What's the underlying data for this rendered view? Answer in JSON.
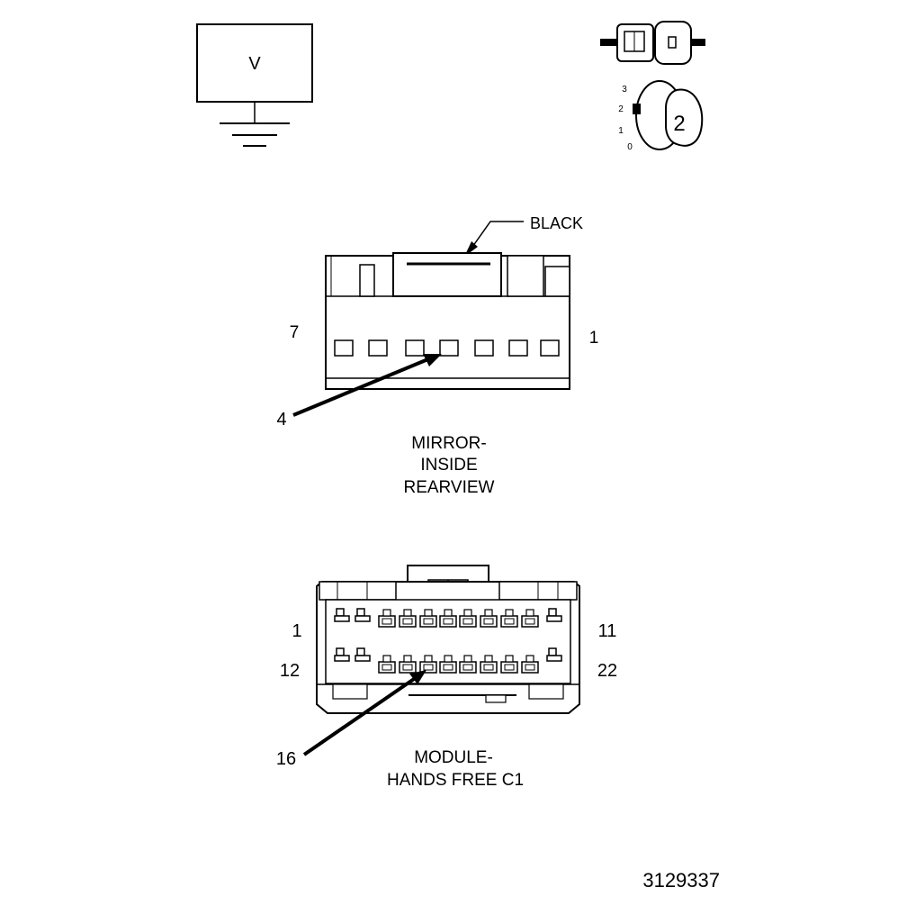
{
  "meter": {
    "label": "V",
    "icon": "voltmeter-icon"
  },
  "ignition": {
    "icon": "ignition-key-icon",
    "positions": [
      "3",
      "2",
      "1",
      "0"
    ],
    "key_label": "2"
  },
  "connector_mirror": {
    "color_label": "BLACK",
    "pin_left": "7",
    "pin_right": "1",
    "callout_pin": "4",
    "name_lines": [
      "MIRROR-",
      "INSIDE",
      "REARVIEW"
    ]
  },
  "connector_module": {
    "pin_top_left": "1",
    "pin_top_right": "11",
    "pin_bottom_left": "12",
    "pin_bottom_right": "22",
    "callout_pin": "16",
    "name_lines": [
      "MODULE-",
      "HANDS FREE C1"
    ]
  },
  "figure_number": "3129337"
}
